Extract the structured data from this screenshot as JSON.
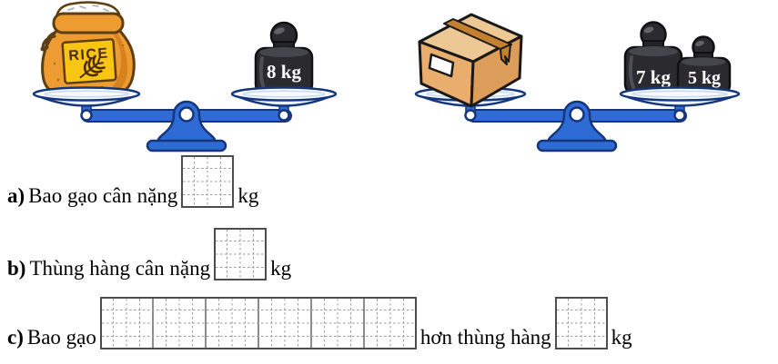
{
  "scene": {
    "left_scale": {
      "item": "rice-bag",
      "item_label": "RICE",
      "weight_labels": [
        "8 kg"
      ]
    },
    "right_scale": {
      "item": "cardboard-box",
      "weight_labels": [
        "7 kg",
        "5 kg"
      ]
    }
  },
  "questions": {
    "a": {
      "marker": "a)",
      "prompt": "Bao gạo cân nặng",
      "unit": "kg"
    },
    "b": {
      "marker": "b)",
      "prompt": "Thùng hàng cân nặng",
      "unit": "kg"
    },
    "c": {
      "marker": "c)",
      "prompt": "Bao gạo",
      "middle": "hơn thùng hàng",
      "unit": "kg"
    }
  },
  "colors": {
    "scale_blue": "#2e6bd4",
    "scale_outline": "#15357c",
    "pan_fill": "#f6fafe",
    "bag_orange": "#ec9c30",
    "label_yellow": "#f9c515",
    "box_tan": "#e9ad6e",
    "weight_dark": "#2b2b2f",
    "grid_line": "#9c9c9c"
  }
}
